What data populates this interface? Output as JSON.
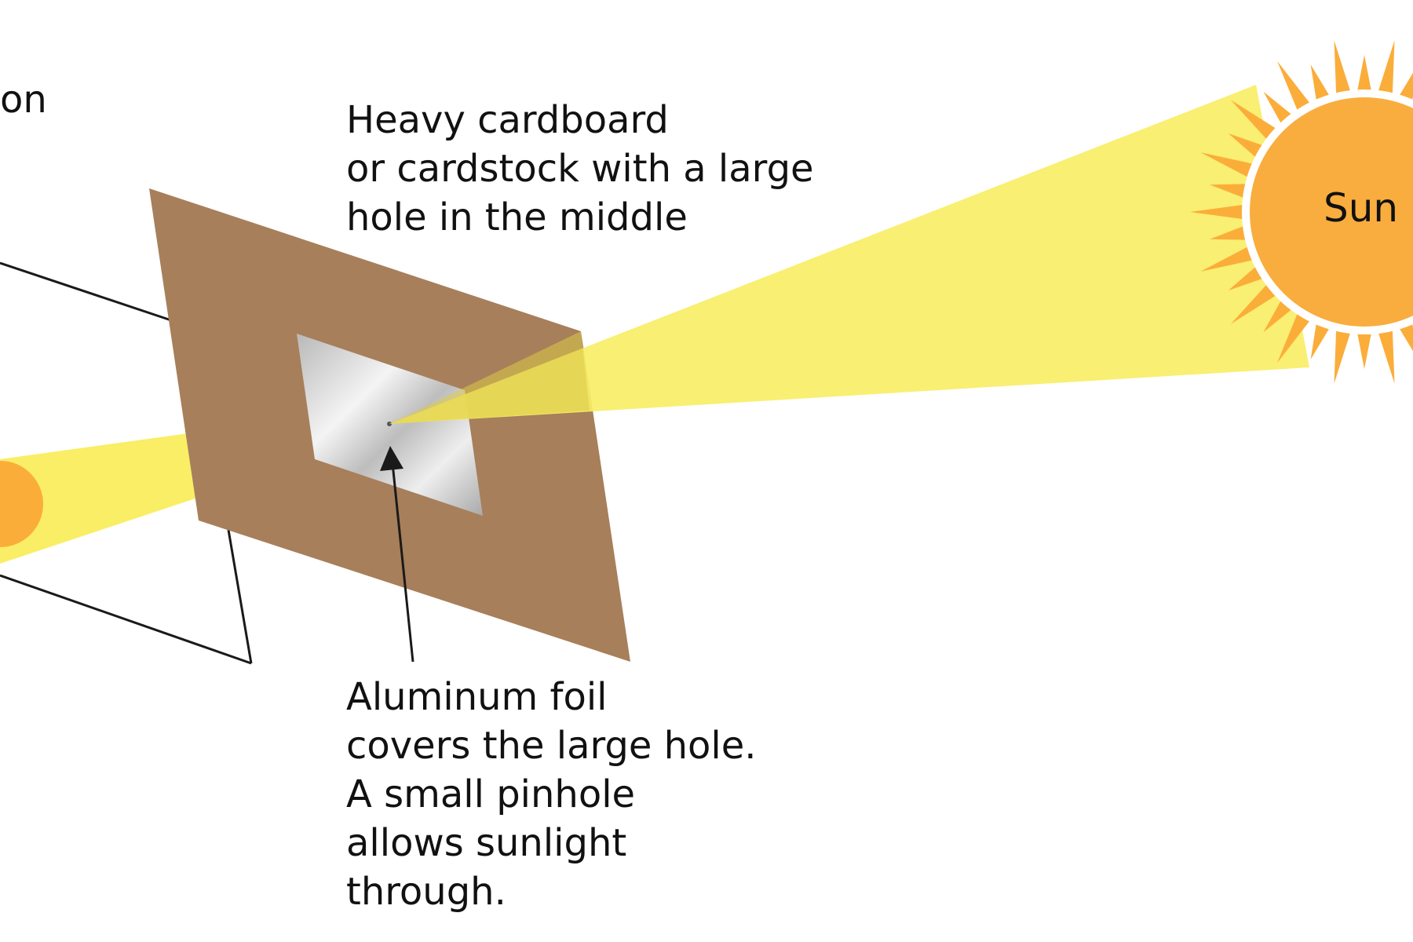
{
  "labels": {
    "cardboard": [
      "Heavy cardboard",
      "or cardstock with a large",
      "hole in the middle"
    ],
    "foil": [
      "Aluminum foil",
      "covers the large hole.",
      "A small pinhole",
      "allows sunlight",
      "through."
    ],
    "sun": "Sun",
    "partial_left": "on"
  },
  "colors": {
    "cardboard": "#a77f5a",
    "sun_body": "#f9ad3e",
    "sun_rays": "#fbad3a",
    "sun_ring": "#ffffff",
    "light_beam": "#f9ee66",
    "beam_overlap": "#dccb48",
    "foil_light": "#f4f4f4",
    "foil_dark": "#a9a9a9",
    "projected_image": "#fbad3a",
    "lines": "#1a1a1a"
  }
}
